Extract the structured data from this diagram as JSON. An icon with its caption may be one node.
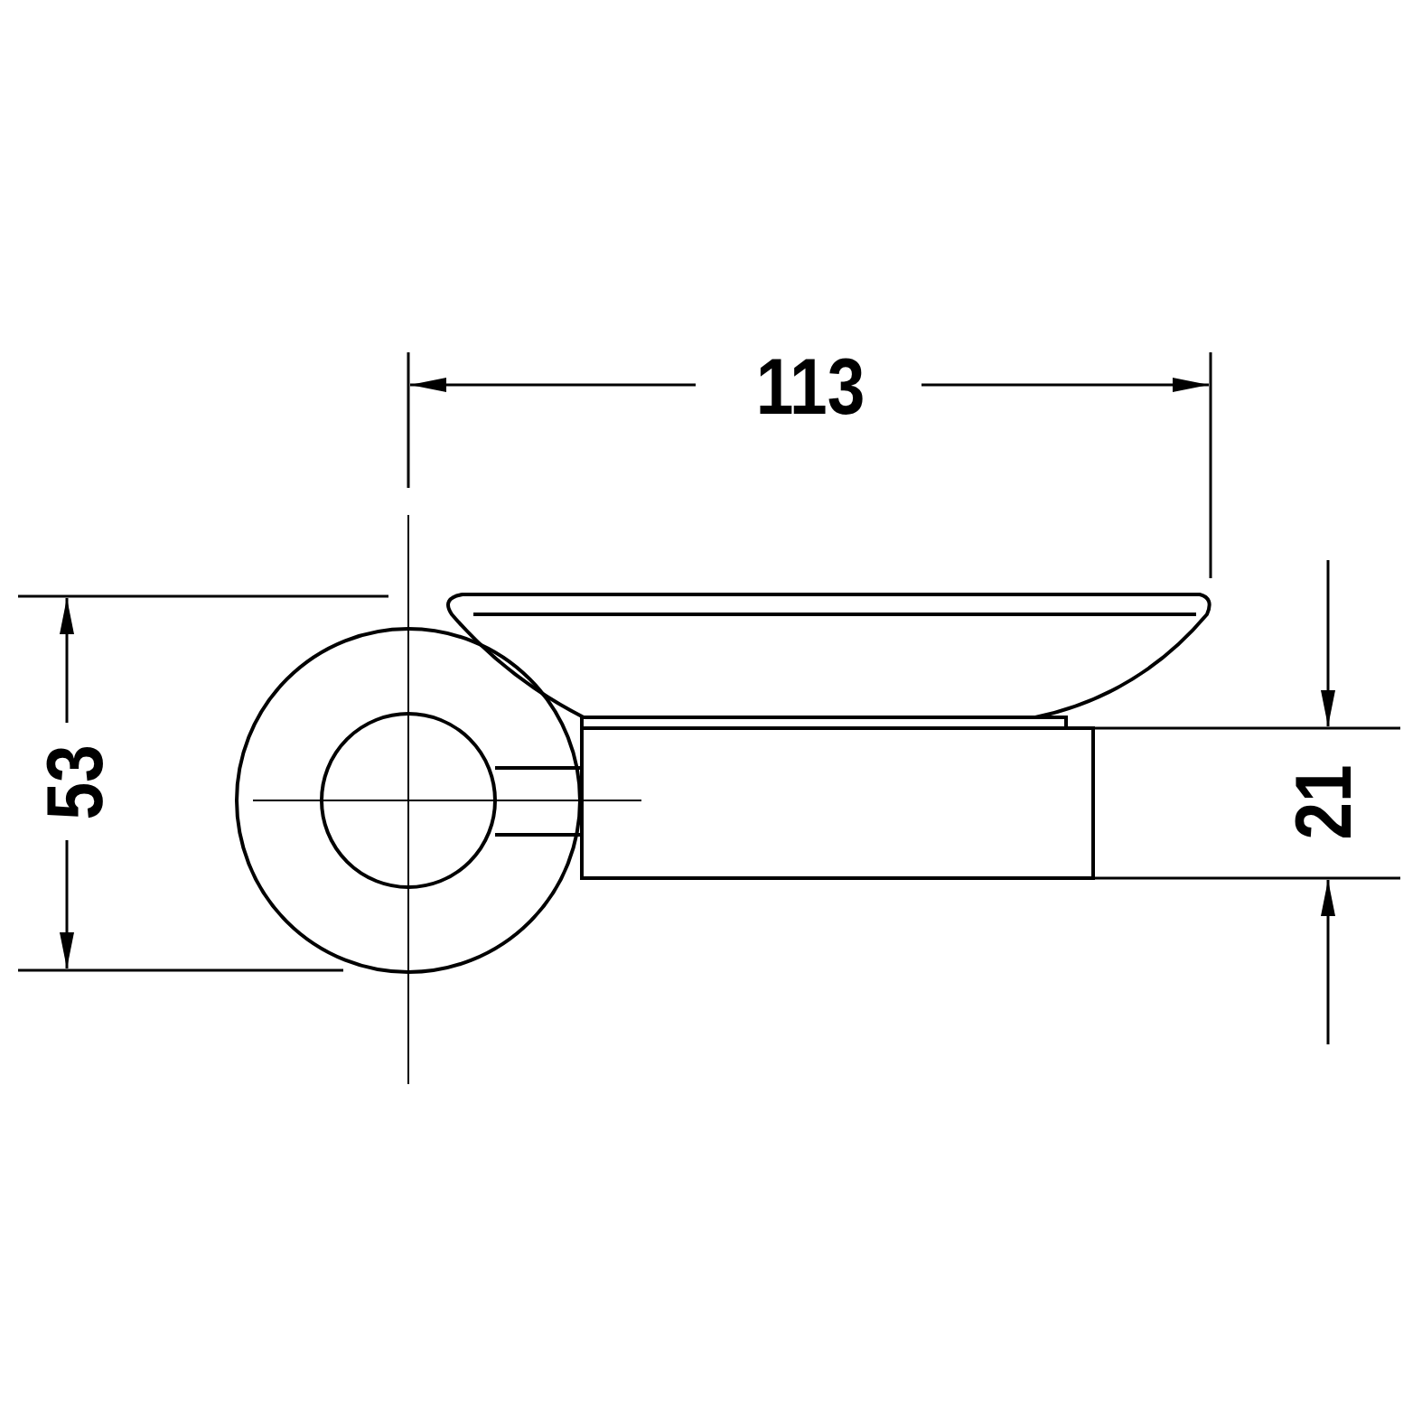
{
  "diagram": {
    "labels": [
      "113",
      "53",
      "21"
    ]
  }
}
